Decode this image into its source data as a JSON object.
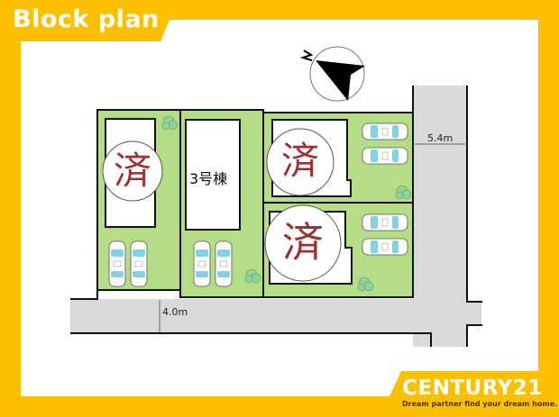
{
  "header": {
    "title": "Block plan"
  },
  "footer": {
    "brand": "CENTURY21",
    "tagline": "Dream partner find your dream home."
  },
  "compass": {
    "label": "N",
    "icon": "north-arrow-icon"
  },
  "roads": [
    {
      "name": "front-road",
      "width_label": "4.0m"
    },
    {
      "name": "side-road",
      "width_label": "5.4m"
    }
  ],
  "lots": [
    {
      "id": "lot-1",
      "status_label": "済",
      "parking_spaces": 2
    },
    {
      "id": "lot-3",
      "building_label": "3号棟",
      "parking_spaces": 2
    },
    {
      "id": "lot-top-right",
      "status_label": "済",
      "parking_spaces": 2
    },
    {
      "id": "lot-bottom-right",
      "status_label": "済",
      "parking_spaces": 2
    }
  ],
  "colors": {
    "frame": "#fdc000",
    "lot": "#b5dd86",
    "road": "#d9d9d9",
    "car_glass": "#7fd3e6"
  }
}
